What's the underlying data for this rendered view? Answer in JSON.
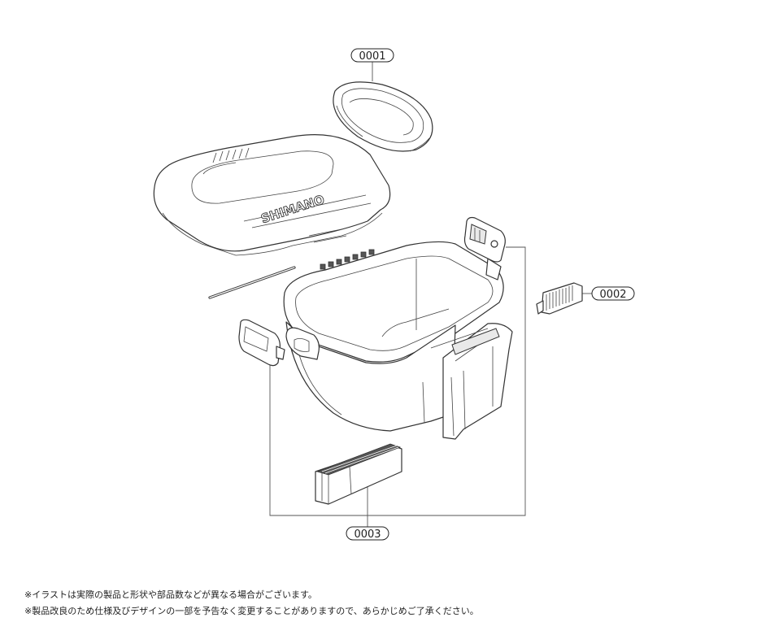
{
  "callouts": {
    "c1": "0001",
    "c2": "0002",
    "c3": "0003"
  },
  "lid_brand": "SHIMANO",
  "notes": [
    "※イラストは実際の製品と形状や部品数などが異なる場合がございます。",
    "※製品改良のため仕様及びデザインの一部を予告なく変更することがありますので、あらかじめご了承ください。"
  ]
}
